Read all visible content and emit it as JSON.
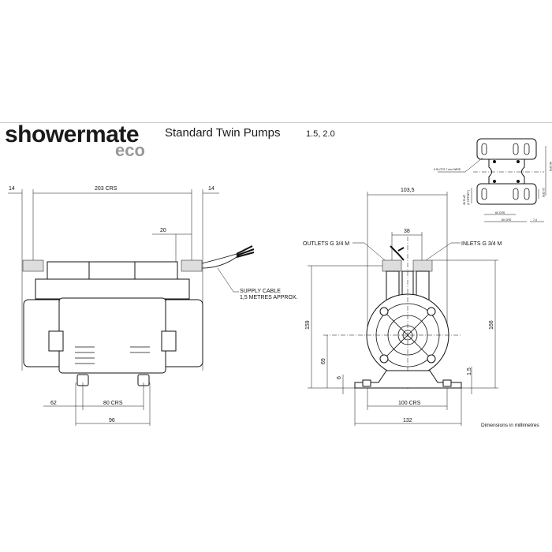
{
  "header": {
    "brand": "showermate",
    "brand_sub": "eco",
    "title": "Standard Twin Pumps",
    "models": "1.5, 2.0"
  },
  "front_view": {
    "dim_left_offset": "14",
    "dim_centres": "203 CRS",
    "dim_right_offset": "14",
    "dim_cable_offset": "20",
    "cable_label_line1": "SUPPLY CABLE",
    "cable_label_line2": "1,5 METRES APPROX.",
    "dim_foot_offset": "62",
    "dim_foot_centres": "80 CRS",
    "dim_foot_width": "96"
  },
  "side_view": {
    "dim_width": "103,5",
    "dim_port_centres": "38",
    "outlets_label": "OUTLETS G 3/4 M",
    "inlets_label": "INLETS G 3/4 M",
    "dim_height_ports": "159",
    "dim_height_total": "166",
    "dim_axis_height": "69",
    "dim_base": "6",
    "dim_base_plate": "1,5",
    "dim_foot_centres": "100 CRS",
    "dim_foot_width": "132"
  },
  "plan_view": {
    "slots_label": "6 SLOTS 7 mm WIDE",
    "dim_vertical_centres": "86 CRS",
    "dim_small_centres": "12 CRS",
    "dim_flat": "38 FLAT",
    "dim_flat_note": "(2 OFFSET)",
    "dim_inner_centres": "60 CRS",
    "dim_outer_centres": "80 CRS",
    "dim_edge": "7,4"
  },
  "footer": {
    "units_note": "Dimensions in millimetres"
  }
}
